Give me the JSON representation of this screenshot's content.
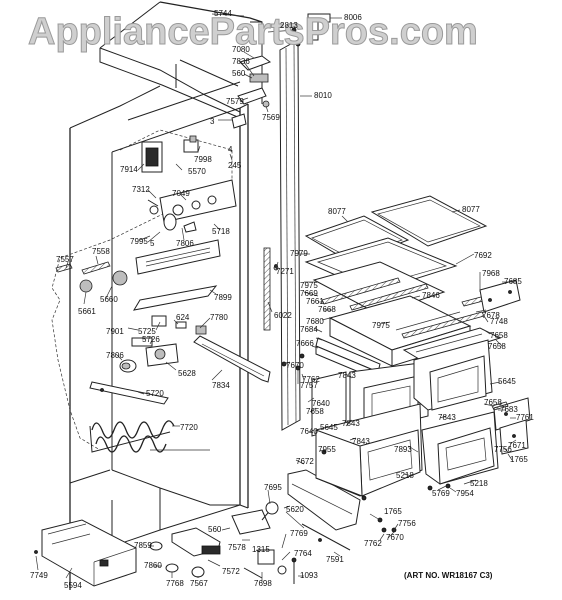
{
  "watermark": "AppliancePartsPros.com",
  "art_number": "(ART NO. WR18167 C3)",
  "part_labels": [
    "5744",
    "8006",
    "2813",
    "7080",
    "7836",
    "560",
    "7579",
    "8010",
    "7569",
    "3",
    "4",
    "7998",
    "245",
    "7914",
    "5570",
    "7312",
    "7049",
    "5718",
    "7995",
    "5",
    "7806",
    "7558",
    "7557",
    "5660",
    "5661",
    "7899",
    "7901",
    "624",
    "7780",
    "5725",
    "5726",
    "7806",
    "5628",
    "7834",
    "5720",
    "7720",
    "8077",
    "8077",
    "7979",
    "7271",
    "7692",
    "7975",
    "7669",
    "7968",
    "7685",
    "7661",
    "7668",
    "7846",
    "7678",
    "6022",
    "7680",
    "7975",
    "7748",
    "7684",
    "7658",
    "7666",
    "7658",
    "7843",
    "7670",
    "7757",
    "7762",
    "7843",
    "5645",
    "7640",
    "7658",
    "7658",
    "7683",
    "5645",
    "7640",
    "7843",
    "7761",
    "7843",
    "7671",
    "7756",
    "1765",
    "7955",
    "7893",
    "7672",
    "5218",
    "5769",
    "7954",
    "5218",
    "7695",
    "5620",
    "1765",
    "7756",
    "560",
    "7769",
    "7762",
    "7670",
    "7578",
    "7764",
    "7591",
    "7859",
    "1315",
    "7860",
    "7572",
    "1093",
    "7768",
    "7567",
    "7698",
    "7749",
    "5594"
  ]
}
